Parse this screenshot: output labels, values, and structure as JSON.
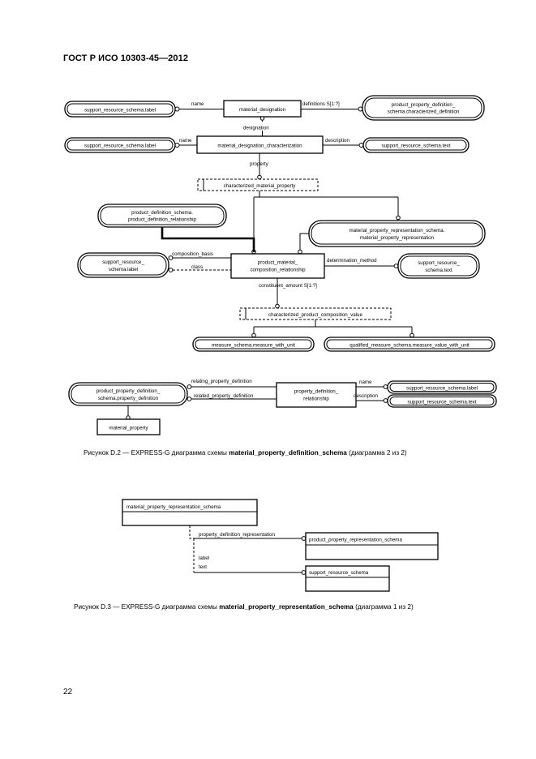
{
  "header": "ГОСТ Р ИСО 10303-45—2012",
  "page_number": "22",
  "figure1": {
    "caption_prefix": "Рисунок  D.2 — EXPRESS-G диаграмма схемы",
    "caption_name": "material_property_definition_schema",
    "caption_suffix": "(диаграмма 2 из 2)",
    "boxes": {
      "srs_label_1": "support_resource_schema.label",
      "material_designation": "material_designation",
      "ppds_line1": "product_property_definition_",
      "ppds_line2": "schema.characterized_definition",
      "srs_label_2": "support_resource_schema.label",
      "mdc": "material_designation_characterization",
      "srs_text_1": "support_resource_schema.text",
      "cmp": "characterized_material_property",
      "pds_line1": "product_definition_schema.",
      "pds_line2": "product_definition_relationship",
      "mprs_line1": "material_property_representation_schema.",
      "mprs_line2": "material_property_representation",
      "srs_sl_line1": "support_resource_",
      "srs_sl_line2": "schema.label",
      "pmcr_line1": "product_material_",
      "pmcr_line2": "composition_relationship",
      "srs_st_line1": "support_resource_",
      "srs_st_line2": "schema.text",
      "cpcv": "characterized_product_composition_value",
      "mswu": "measure_schema.measure_with_unit",
      "qmsmvwu": "qualified_measure_schema.measure_value_with_unit",
      "ppdspd_line1": "product_property_definition_",
      "ppdspd_line2": "schema.property_definition",
      "pdr_line1": "property_definition_",
      "pdr_line2": "relationship",
      "srs_label_3": "support_resource_schema.label",
      "srs_text_2": "support_resource_schema.text",
      "material_property": "material_property"
    },
    "labels": {
      "name_1": "name",
      "definitions": "definitions S[1:?]",
      "designation": "designation",
      "name_2": "name",
      "description_1": "description",
      "property": "property",
      "composition_basis": "composition_basis",
      "determination_method": "determination_method",
      "class": "class",
      "constituent_amount": "constituent_amount S[1:?]",
      "relating_property_definition": "relating_property_definition",
      "related_property_definition": "related_property_definition",
      "name_3": "name",
      "description_2": "description"
    }
  },
  "figure2": {
    "caption_prefix": "Рисунок  D.3 — EXPRESS-G диаграмма схемы",
    "caption_name": "material_property_representation_schema",
    "caption_suffix": "(диаграмма 1 из 2)",
    "schema_title": "material_property_representation_schema",
    "boxes": {
      "pprs": "product_property_representation_schema",
      "srs": "support_resource_schema"
    },
    "labels": {
      "ppdr": "property_definition_representation",
      "label": "label",
      "text": "text"
    }
  }
}
